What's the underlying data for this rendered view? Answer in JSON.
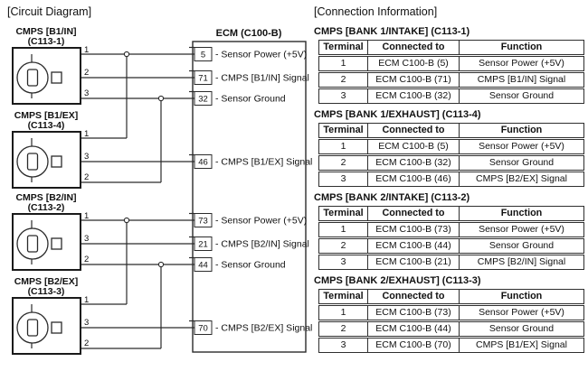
{
  "left": {
    "header": "[Circuit Diagram]",
    "ecm": {
      "title": "ECM (C100-B)",
      "pins": [
        {
          "num": "5",
          "label": "- Sensor Power (+5V)"
        },
        {
          "num": "71",
          "label": "- CMPS [B1/IN] Signal"
        },
        {
          "num": "32",
          "label": "- Sensor Ground"
        },
        {
          "num": "46",
          "label": "- CMPS [B1/EX] Signal"
        },
        {
          "num": "73",
          "label": "- Sensor Power (+5V)"
        },
        {
          "num": "21",
          "label": "- CMPS [B2/IN] Signal"
        },
        {
          "num": "44",
          "label": "- Sensor Ground"
        },
        {
          "num": "70",
          "label": "- CMPS [B2/EX] Signal"
        }
      ]
    },
    "connectors": [
      {
        "name": "CMPS [B1/IN]",
        "code": "(C113-1)",
        "pins": [
          "1",
          "2",
          "3"
        ]
      },
      {
        "name": "CMPS [B1/EX]",
        "code": "(C113-4)",
        "pins": [
          "1",
          "3",
          "2"
        ]
      },
      {
        "name": "CMPS [B2/IN]",
        "code": "(C113-2)",
        "pins": [
          "1",
          "3",
          "2"
        ]
      },
      {
        "name": "CMPS [B2/EX]",
        "code": "(C113-3)",
        "pins": [
          "1",
          "3",
          "2"
        ]
      }
    ]
  },
  "right": {
    "header": "[Connection Information]",
    "tables": [
      {
        "title": "CMPS [BANK 1/INTAKE] (C113-1)",
        "headers": [
          "Terminal",
          "Connected to",
          "Function"
        ],
        "rows": [
          [
            "1",
            "ECM C100-B (5)",
            "Sensor Power (+5V)"
          ],
          [
            "2",
            "ECM C100-B (71)",
            "CMPS [B1/IN] Signal"
          ],
          [
            "3",
            "ECM C100-B (32)",
            "Sensor Ground"
          ]
        ]
      },
      {
        "title": "CMPS [BANK 1/EXHAUST] (C113-4)",
        "headers": [
          "Terminal",
          "Connected to",
          "Function"
        ],
        "rows": [
          [
            "1",
            "ECM C100-B (5)",
            "Sensor Power (+5V)"
          ],
          [
            "2",
            "ECM C100-B (32)",
            "Sensor Ground"
          ],
          [
            "3",
            "ECM C100-B (46)",
            "CMPS [B2/EX] Signal"
          ]
        ]
      },
      {
        "title": "CMPS [BANK 2/INTAKE] (C113-2)",
        "headers": [
          "Terminal",
          "Connected to",
          "Function"
        ],
        "rows": [
          [
            "1",
            "ECM C100-B (73)",
            "Sensor Power (+5V)"
          ],
          [
            "2",
            "ECM C100-B (44)",
            "Sensor Ground"
          ],
          [
            "3",
            "ECM C100-B (21)",
            "CMPS [B2/IN] Signal"
          ]
        ]
      },
      {
        "title": "CMPS [BANK 2/EXHAUST] (C113-3)",
        "headers": [
          "Terminal",
          "Connected to",
          "Function"
        ],
        "rows": [
          [
            "1",
            "ECM C100-B (73)",
            "Sensor Power (+5V)"
          ],
          [
            "2",
            "ECM C100-B (44)",
            "Sensor Ground"
          ],
          [
            "3",
            "ECM C100-B (70)",
            "CMPS [B1/EX] Signal"
          ]
        ]
      }
    ]
  }
}
